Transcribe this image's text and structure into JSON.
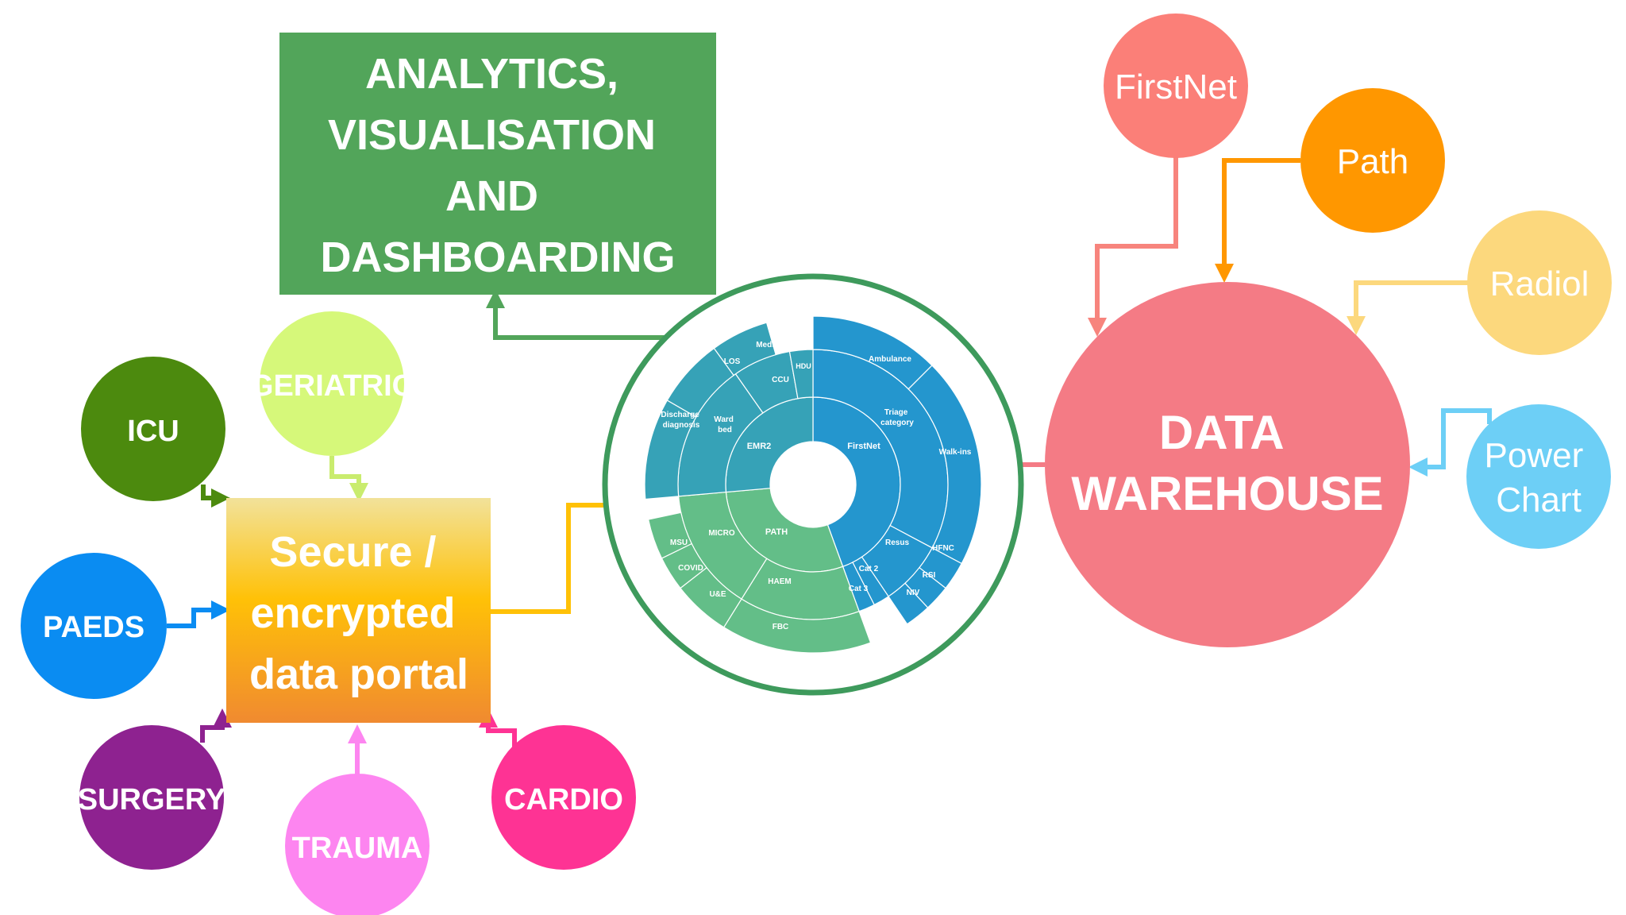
{
  "analytics_box": {
    "lines": [
      "ANALYTICS,",
      "VISUALISATION",
      "AND",
      "DASHBOARDING"
    ],
    "color": "#52A55A"
  },
  "portal_box": {
    "lines": [
      "Secure /",
      "encrypted",
      "data portal"
    ],
    "gradient": [
      "#F2E29A",
      "#FFC107",
      "#F08A30"
    ]
  },
  "warehouse": {
    "lines": [
      "DATA",
      "WAREHOUSE"
    ],
    "color": "#F47B85"
  },
  "sources": {
    "firstnet": {
      "label": "FirstNet",
      "color": "#FB7F78"
    },
    "path": {
      "label": "Path",
      "color": "#FF9700"
    },
    "radiol": {
      "label": "Radiol",
      "color": "#FCD87D"
    },
    "powerchart": {
      "lines": [
        "Power",
        "Chart"
      ],
      "color": "#6DCFF6"
    }
  },
  "departments": {
    "icu": {
      "label": "ICU",
      "color": "#4C8A0E"
    },
    "geriatric": {
      "label": "GERIATRIC",
      "color": "#D6F87A"
    },
    "paeds": {
      "label": "PAEDS",
      "color": "#0A8CF2"
    },
    "surgery": {
      "label": "SURGERY",
      "color": "#8E2290"
    },
    "trauma": {
      "label": "TRAUMA",
      "color": "#FD85F0"
    },
    "cardio": {
      "label": "CARDIO",
      "color": "#FE3394"
    }
  },
  "sunburst": {
    "ring_color": "#3E9A5C",
    "colors": {
      "firstnet": "#2496CE",
      "emr2": "#36A2B7",
      "path": "#63BE88"
    },
    "center": {
      "firstnet": "FirstNet",
      "emr2": "EMR2",
      "path": "PATH"
    },
    "middle": {
      "triage_category": [
        "Triage",
        "category"
      ],
      "resus": "Resus",
      "cat2": "Cat 2",
      "cat3": "Cat 3",
      "ward_bed": [
        "Ward",
        "bed"
      ],
      "ccu": "CCU",
      "hdu": "HDU",
      "micro": "MICRO",
      "haem": "HAEM"
    },
    "outer": {
      "ambulance": "Ambulance",
      "walk_ins": "Walk-ins",
      "hfnc": "HFNC",
      "rsi": "RSI",
      "niv": "NIV",
      "discharge_diagnosis": [
        "Discharge",
        "diagnosis"
      ],
      "los": "LOS",
      "meds": "Meds",
      "msu": "MSU",
      "covid": "COVID",
      "u_e": "U&E",
      "fbc": "FBC"
    }
  }
}
